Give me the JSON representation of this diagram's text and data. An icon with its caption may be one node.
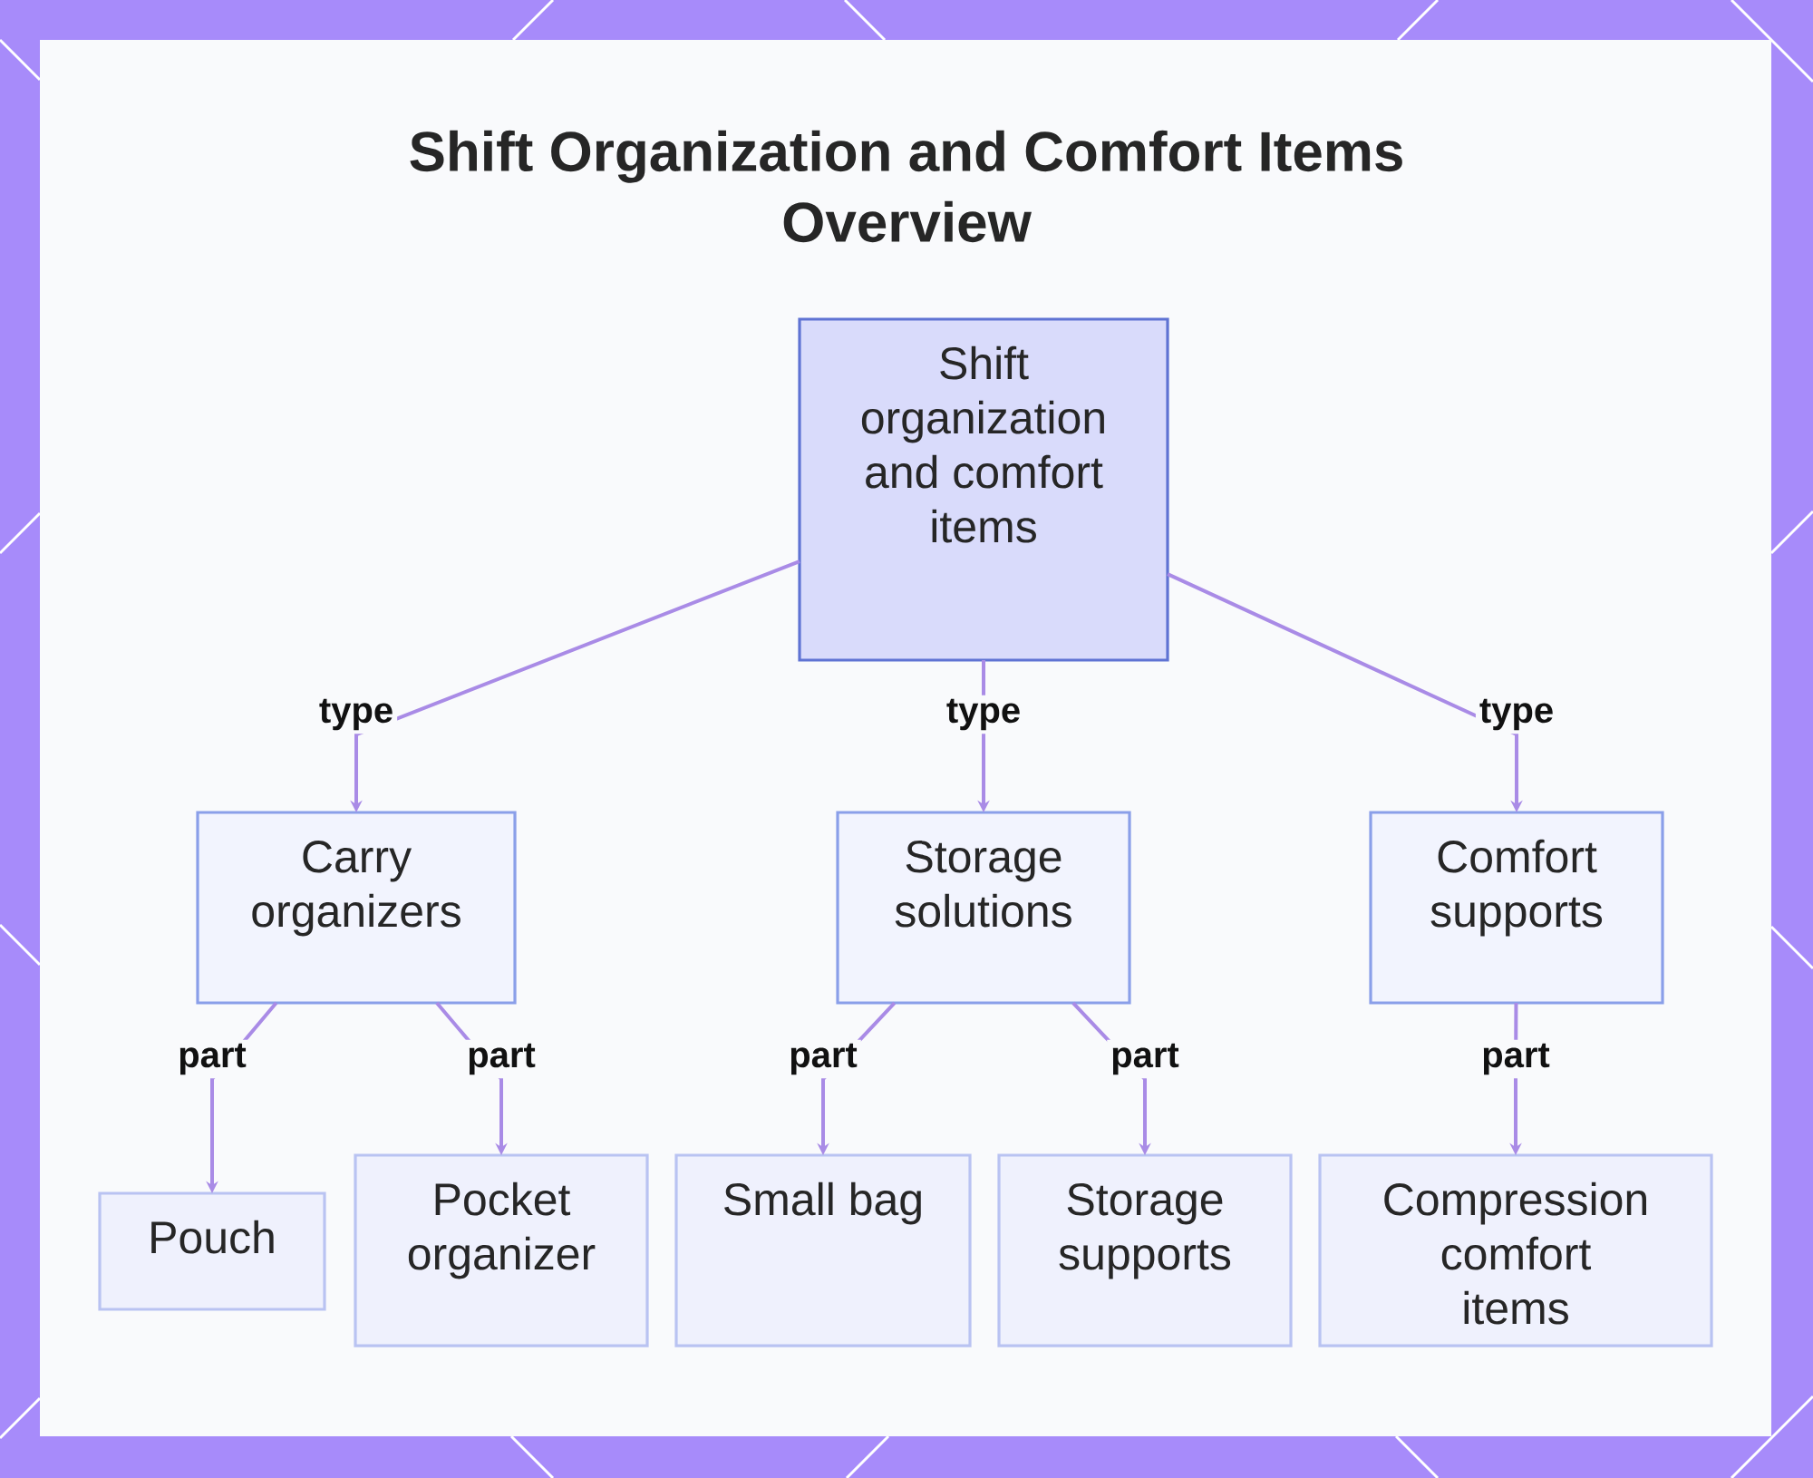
{
  "diagram": {
    "title": "Shift Organization and Comfort Items Overview",
    "nodes": [
      {
        "text": [
          "Shift organization and comfort items"
        ]
      },
      {
        "text": [
          "Carry organizers"
        ]
      },
      {
        "text": [
          "Storage solutions"
        ]
      },
      {
        "text": [
          "Comfort supports"
        ]
      },
      {
        "text": [
          "Pouch"
        ]
      },
      {
        "text": [
          "Pocket organizer"
        ]
      },
      {
        "text": [
          "Small bag"
        ]
      },
      {
        "text": [
          "Storage supports"
        ]
      },
      {
        "text": [
          "Compression comfort items"
        ]
      }
    ],
    "edges": [
      {
        "from": 0,
        "to": 1,
        "arrow": "to",
        "label": "type"
      },
      {
        "from": 0,
        "to": 2,
        "arrow": "to",
        "label": "type"
      },
      {
        "from": 0,
        "to": 3,
        "arrow": "to",
        "label": "type"
      },
      {
        "from": 1,
        "to": 4,
        "arrow": "to",
        "label": "part"
      },
      {
        "from": 1,
        "to": 5,
        "arrow": "to",
        "label": "part"
      },
      {
        "from": 2,
        "to": 6,
        "arrow": "to",
        "label": "part"
      },
      {
        "from": 2,
        "to": 7,
        "arrow": "to",
        "label": "part"
      },
      {
        "from": 3,
        "to": 8,
        "arrow": "to",
        "label": "part"
      }
    ]
  }
}
